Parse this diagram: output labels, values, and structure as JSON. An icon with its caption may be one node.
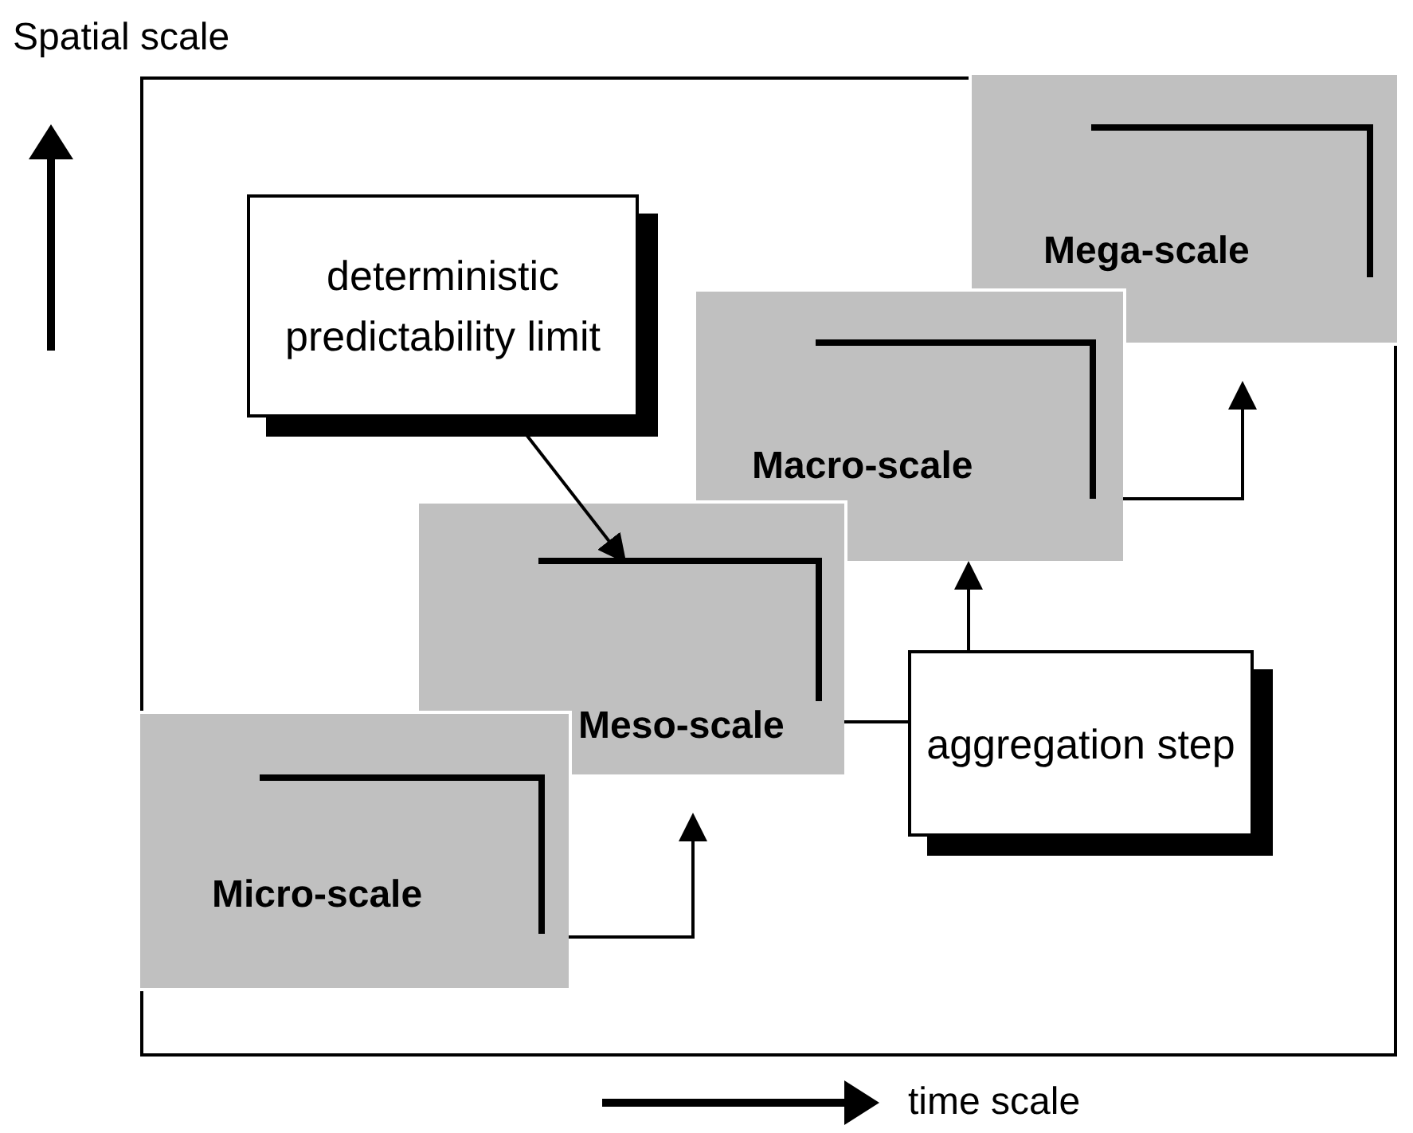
{
  "diagram": {
    "nodes": [
      {
        "text": [
          "Micro-scale"
        ]
      },
      {
        "text": [
          "Meso-scale"
        ]
      },
      {
        "text": [
          "Macro-scale"
        ]
      },
      {
        "text": [
          "Mega-scale"
        ]
      },
      {
        "text": [
          "deterministic predictability limit"
        ]
      },
      {
        "text": [
          "aggregation step"
        ]
      },
      {
        "text": [],
        "shape": "bar",
        "in": 1
      }
    ],
    "edges": [
      {
        "from": 0,
        "to": 1,
        "arrow": "to"
      },
      {
        "from": 1,
        "to": 5,
        "arrow": "none"
      },
      {
        "from": 5,
        "to": 2,
        "arrow": "to"
      },
      {
        "from": 2,
        "to": 3,
        "arrow": "to"
      },
      {
        "from": 4,
        "to": 6,
        "arrow": "to"
      }
    ],
    "labels": [
      "Spatial scale",
      "time scale"
    ]
  }
}
